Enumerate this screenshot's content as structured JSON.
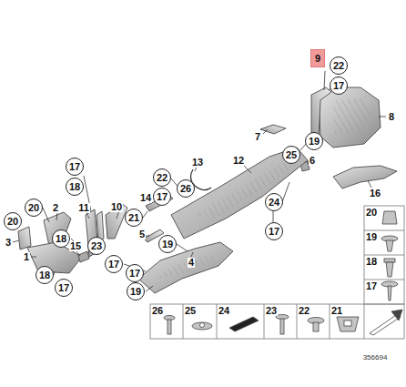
{
  "diagram": {
    "nodes": [
      {
        "text": [
          "9"
        ]
      },
      {
        "text": [
          "22"
        ]
      },
      {
        "text": [
          "17"
        ]
      },
      {
        "text": [
          "19"
        ]
      },
      {
        "text": [
          "25"
        ]
      },
      {
        "text": [
          "22"
        ]
      },
      {
        "text": [
          "26"
        ]
      },
      {
        "text": [
          "17"
        ]
      },
      {
        "text": [
          "24"
        ]
      },
      {
        "text": [
          "17"
        ]
      },
      {
        "text": [
          "17"
        ]
      },
      {
        "text": [
          "18"
        ]
      },
      {
        "text": [
          "20"
        ]
      },
      {
        "text": [
          "20"
        ]
      },
      {
        "text": [
          "21"
        ]
      },
      {
        "text": [
          "18"
        ]
      },
      {
        "text": [
          "23"
        ]
      },
      {
        "text": [
          "19"
        ]
      },
      {
        "text": [
          "17"
        ]
      },
      {
        "text": [
          "17"
        ]
      },
      {
        "text": [
          "19"
        ]
      },
      {
        "text": [
          "18"
        ]
      },
      {
        "text": [
          "17"
        ]
      }
    ],
    "labels": [
      "8",
      "7",
      "6",
      "16",
      "12",
      "13",
      "14",
      "10",
      "11",
      "2",
      "5",
      "15",
      "4",
      "3",
      "1",
      "20",
      "19",
      "18",
      "17",
      "26",
      "25",
      "24",
      "23",
      "22",
      "21",
      "356694"
    ]
  }
}
